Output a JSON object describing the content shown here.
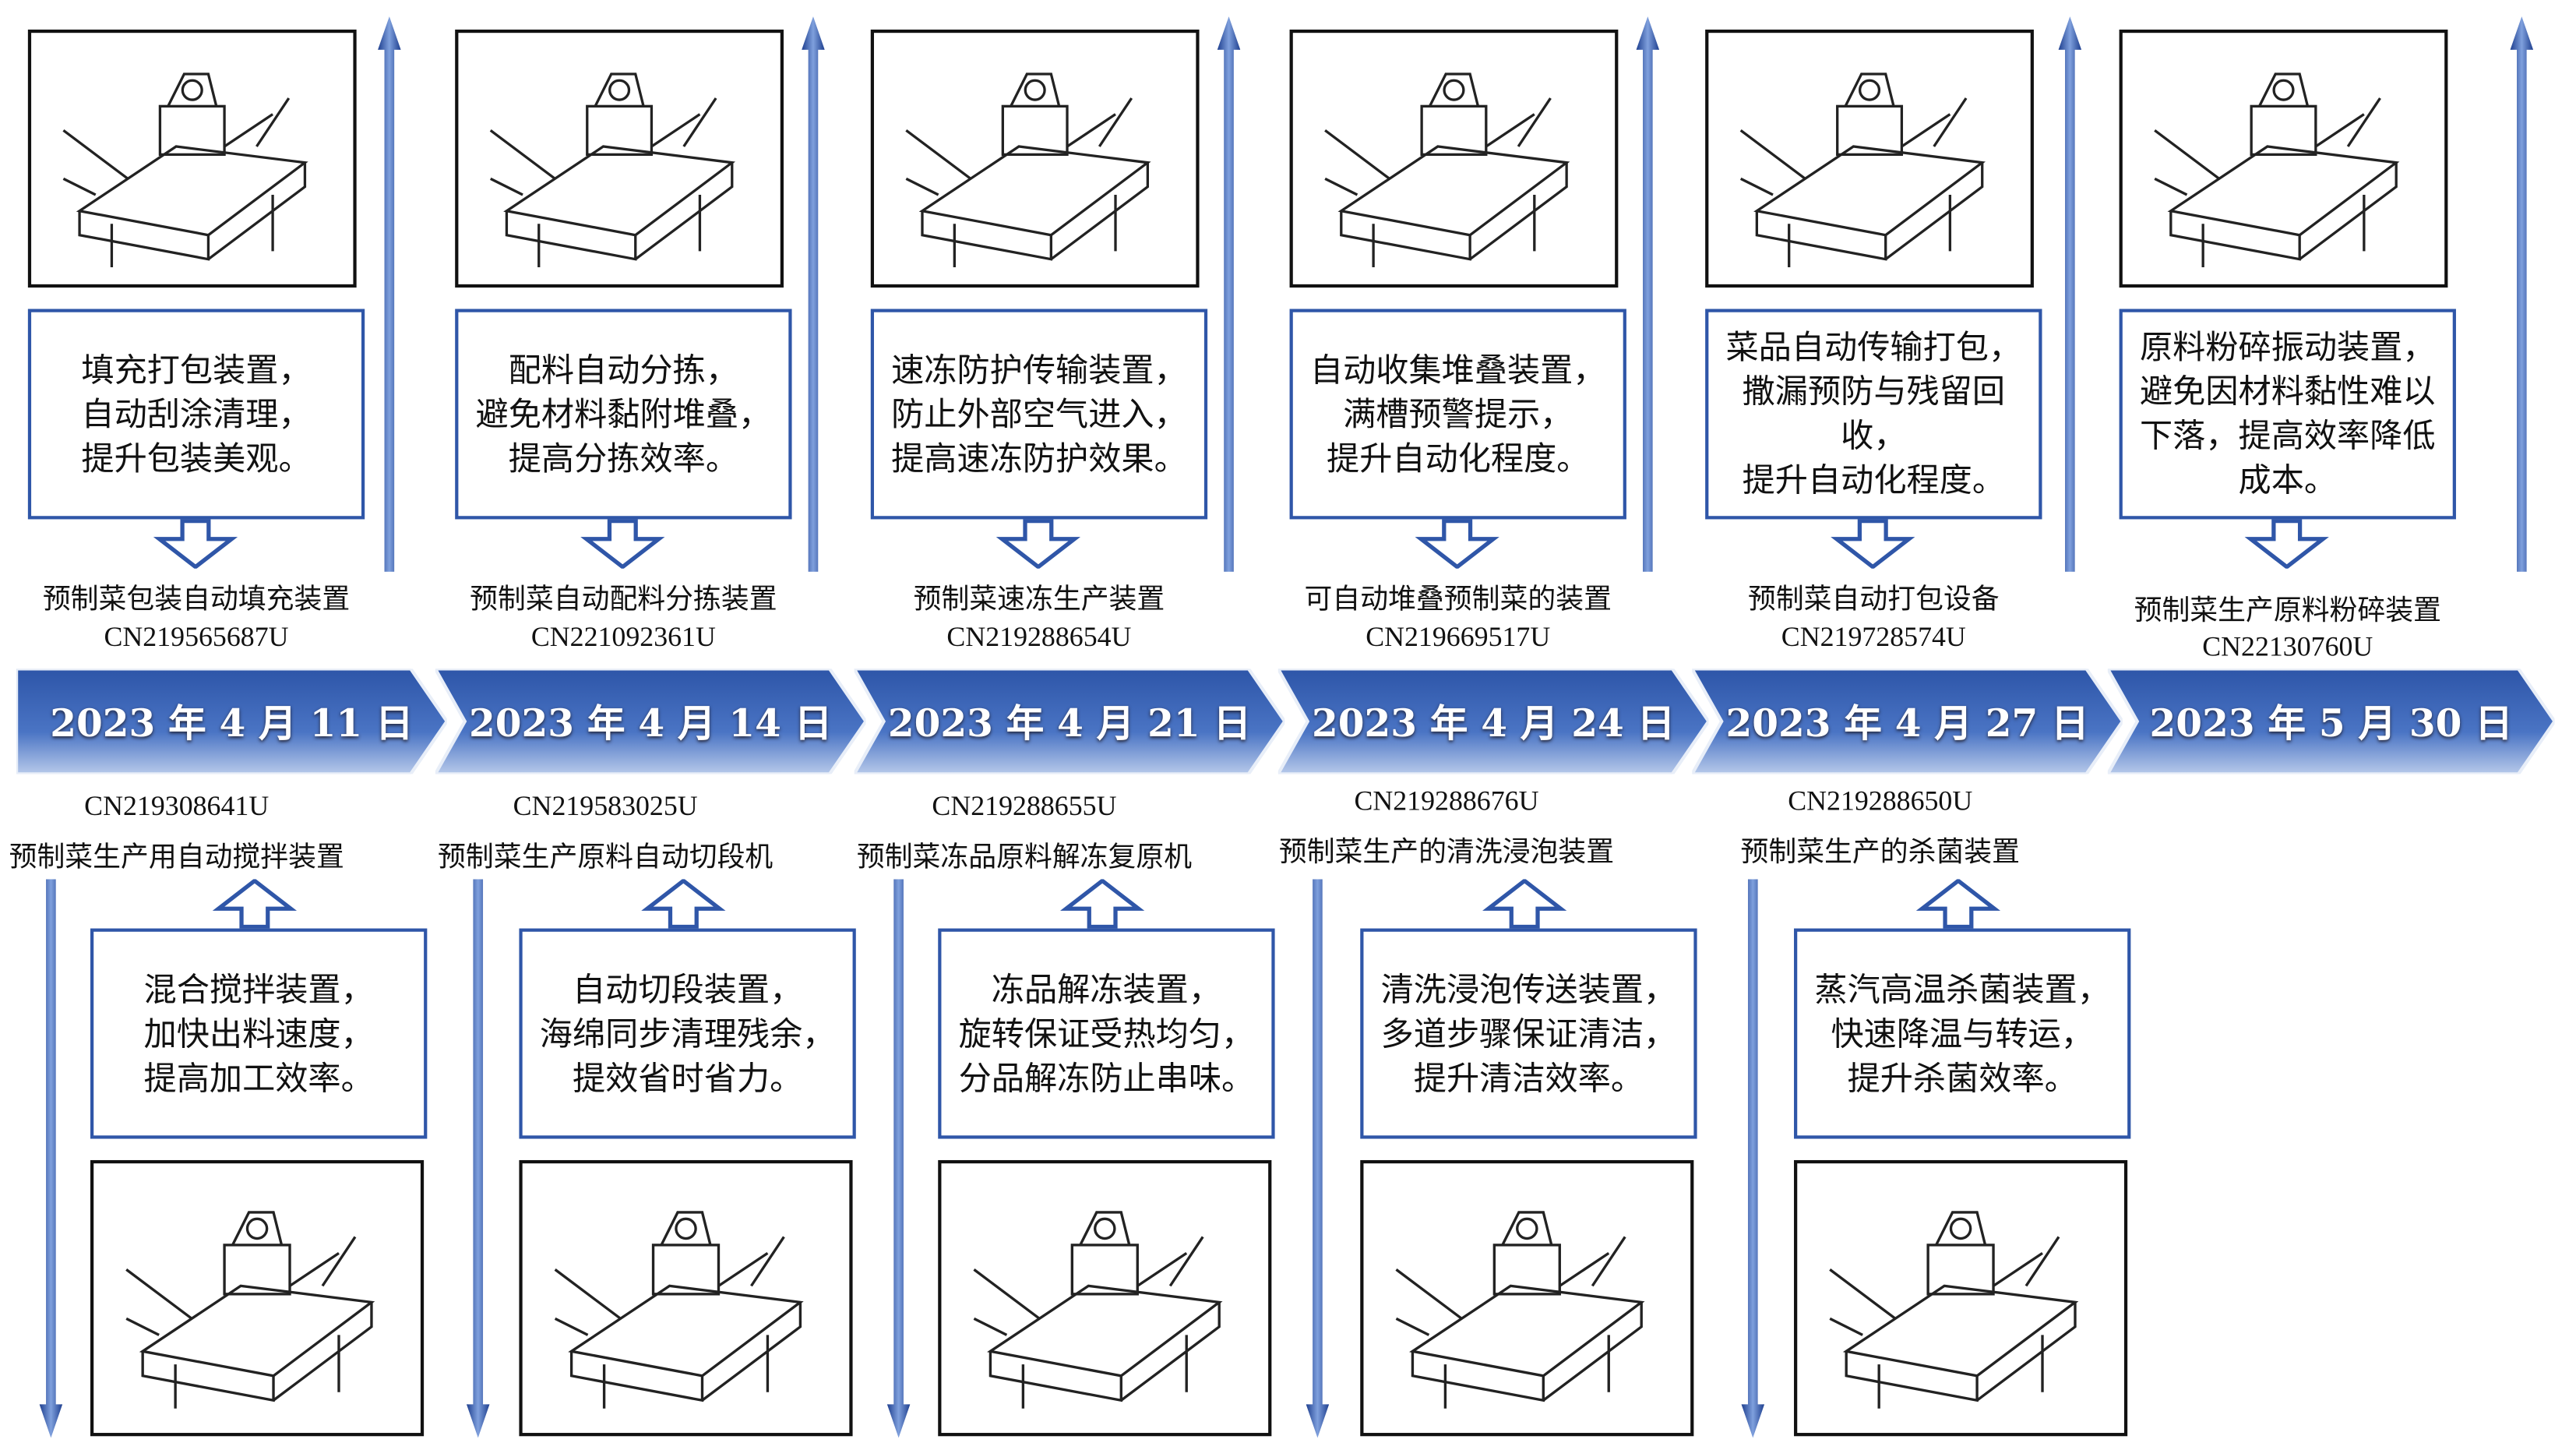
{
  "colors": {
    "accent": "#2f56a8",
    "band": "#3a64b8"
  },
  "timeline": [
    {
      "date": "2023 年 4 月 11 日",
      "top": {
        "description": "填充打包装置，\n自动刮涂清理，\n提升包装美观。",
        "title": "预制菜包装自动填充装置",
        "patent": "CN219565687U"
      },
      "bottom": {
        "patent": "CN219308641U",
        "title": "预制菜生产用自动搅拌装置",
        "description": "混合搅拌装置，\n加快出料速度，\n提高加工效率。"
      }
    },
    {
      "date": "2023 年 4 月 14 日",
      "top": {
        "description": "配料自动分拣，\n避免材料黏附堆叠，\n提高分拣效率。",
        "title": "预制菜自动配料分拣装置",
        "patent": "CN221092361U"
      },
      "bottom": {
        "patent": "CN219583025U",
        "title": "预制菜生产原料自动切段机",
        "description": "自动切段装置，\n海绵同步清理残余，\n提效省时省力。"
      }
    },
    {
      "date": "2023 年 4 月 21 日",
      "top": {
        "description": "速冻防护传输装置，\n防止外部空气进入，\n提高速冻防护效果。",
        "title": "预制菜速冻生产装置",
        "patent": "CN219288654U"
      },
      "bottom": {
        "patent": "CN219288655U",
        "title": "预制菜冻品原料解冻复原机",
        "description": "冻品解冻装置，\n旋转保证受热均匀，\n分品解冻防止串味。"
      }
    },
    {
      "date": "2023 年 4 月 24 日",
      "top": {
        "description": "自动收集堆叠装置，\n满槽预警提示，\n提升自动化程度。",
        "title": "可自动堆叠预制菜的装置",
        "patent": "CN219669517U"
      },
      "bottom": {
        "patent": "CN219288676U",
        "title": "预制菜生产的清洗浸泡装置",
        "description": "清洗浸泡传送装置，\n多道步骤保证清洁，\n提升清洁效率。"
      }
    },
    {
      "date": "2023 年 4 月 27 日",
      "top": {
        "description": "菜品自动传输打包，\n撒漏预防与残留回收，\n提升自动化程度。",
        "title": "预制菜自动打包设备",
        "patent": "CN219728574U"
      },
      "bottom": {
        "patent": "CN219288650U",
        "title": "预制菜生产的杀菌装置",
        "description": "蒸汽高温杀菌装置，\n快速降温与转运，\n提升杀菌效率。"
      }
    },
    {
      "date": "2023 年 5 月 30 日",
      "top": {
        "description": "原料粉碎振动装置，\n避免因材料黏性难以\n下落，提高效率降低\n成本。",
        "title": "预制菜生产原料粉碎装置",
        "patent": "CN22130760U"
      }
    }
  ]
}
